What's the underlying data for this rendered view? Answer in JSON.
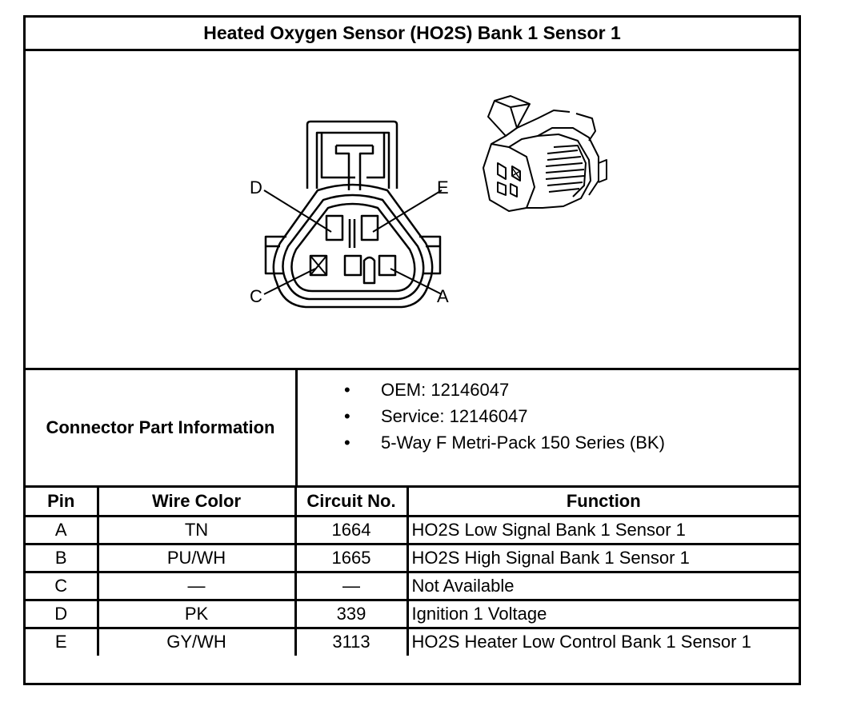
{
  "title": "Heated Oxygen Sensor (HO2S) Bank 1 Sensor 1",
  "diagram": {
    "pin_labels": {
      "D": "D",
      "E": "E",
      "C": "C",
      "A": "A"
    }
  },
  "connector_info": {
    "label": "Connector Part Information",
    "bullet": "•",
    "items": [
      "OEM: 12146047",
      "Service: 12146047",
      "5-Way F Metri-Pack 150 Series (BK)"
    ]
  },
  "pin_table": {
    "headers": {
      "pin": "Pin",
      "wire_color": "Wire Color",
      "circuit": "Circuit No.",
      "function": "Function"
    },
    "rows": [
      {
        "pin": "A",
        "wire_color": "TN",
        "circuit": "1664",
        "function": "HO2S Low Signal Bank 1 Sensor 1"
      },
      {
        "pin": "B",
        "wire_color": "PU/WH",
        "circuit": "1665",
        "function": "HO2S High Signal Bank 1 Sensor 1"
      },
      {
        "pin": "C",
        "wire_color": "—",
        "circuit": "—",
        "function": "Not Available"
      },
      {
        "pin": "D",
        "wire_color": "PK",
        "circuit": "339",
        "function": "Ignition 1 Voltage"
      },
      {
        "pin": "E",
        "wire_color": "GY/WH",
        "circuit": "3113",
        "function": "HO2S Heater Low Control Bank 1 Sensor 1"
      }
    ]
  }
}
